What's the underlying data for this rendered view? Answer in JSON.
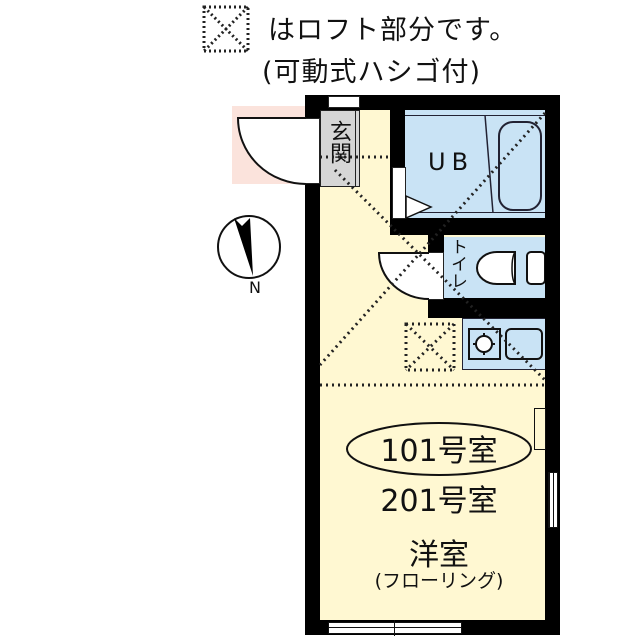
{
  "legend": {
    "line1": "はロフト部分です。",
    "line2": "(可動式ハシゴ付)",
    "icon": "loft-dotted-box-icon"
  },
  "rooms": {
    "entrance": "玄関",
    "bath": "UB",
    "toilet": "トイレ",
    "main_room_units": [
      "101号室",
      "201号室"
    ],
    "main_room_highlight": "101号室",
    "main_room_second": "201号室",
    "main_room_type": "洋室",
    "main_room_flooring": "(フローリング)"
  },
  "compass": {
    "label": "N",
    "icon": "compass-north-icon"
  },
  "colors": {
    "floor": "#fff8d2",
    "wet_area": "#c9e3f5",
    "entrance": "#d6d6d6",
    "exterior_door_area": "#fbe3dc",
    "wall": "#000000"
  }
}
